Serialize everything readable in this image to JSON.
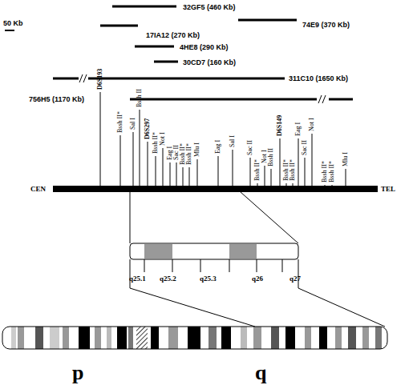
{
  "diagram": {
    "labels": [
      "50 Kb",
      "32GF5 (460 Kb)",
      "74E9 (370 Kb)",
      "17IA12 (270 Kb)",
      "4HE8 (290 Kb)",
      "30CD7 (160 Kb)",
      "311C10 (1650 Kb)",
      "756H5 (1170 Kb)",
      "D6S193",
      "Bssh II*",
      "Sal I",
      "Bssh II",
      "D6S297",
      "Bssh II*",
      "Not I",
      "Eag I",
      "Sac II",
      "Bssh II*",
      "Bssh II*",
      "Mlu I",
      "Eag I",
      "Sal I",
      "Sac II",
      "Bssh II*",
      "Not I",
      "Bssh II",
      "D6S149",
      "Bssh II*",
      "Bssh II*",
      "Eag I",
      "Sac II",
      "Not I",
      "Bssh II*",
      "Bssh II*",
      "Mlu I",
      "CEN",
      "TEL",
      "q25.1",
      "q25.2",
      "q25.3",
      "q26",
      "q27",
      "p",
      "q"
    ]
  }
}
